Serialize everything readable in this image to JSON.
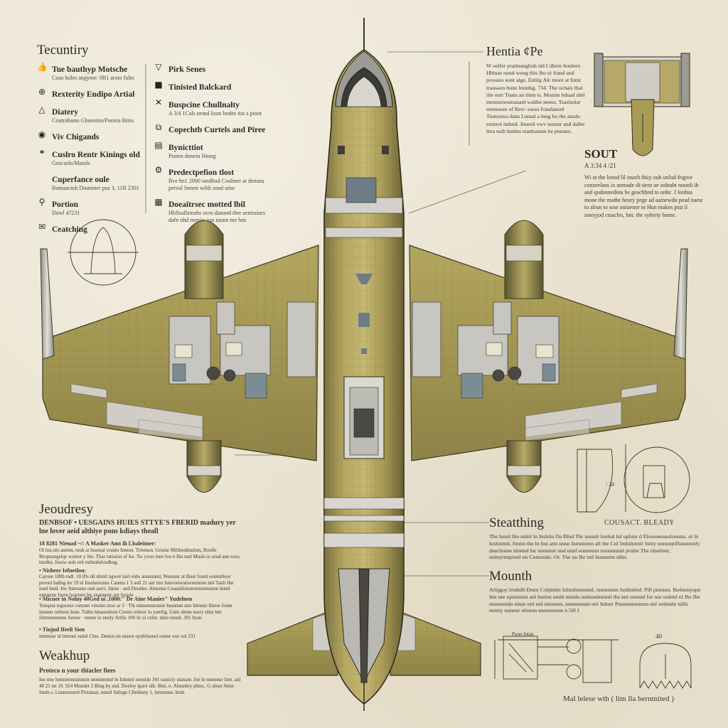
{
  "left_panel": {
    "title": "Tecuntiry",
    "items": [
      {
        "icon": "thumbs-up-icon",
        "glyph": "👍",
        "label": "Tue bauthyp Motsche",
        "sub": "Cous holes angyme: 0B1 aroto fulto"
      },
      {
        "icon": "plus-circle-icon",
        "glyph": "⊕",
        "label": "Rexterity Endipo Artial",
        "sub": ""
      },
      {
        "icon": "warning-icon",
        "glyph": "△",
        "label": "Diatery",
        "sub": "Coutrahams Ghuenmn/Pooma Bites"
      },
      {
        "icon": "target-icon",
        "glyph": "◉",
        "label": "Viv Chigands",
        "sub": ""
      },
      {
        "icon": "link-icon",
        "glyph": "⚭",
        "label": "Cuslro Rentr Kinings old",
        "sub": "Goscaslo/Matols"
      },
      {
        "icon": "",
        "glyph": "",
        "label": "Cuperfance oule",
        "sub": "Bumaactoh Dounmer pus 3, 11B 2301"
      },
      {
        "icon": "location-pin-icon",
        "glyph": "⚲",
        "label": "Portion",
        "sub": "Dowl 4?231"
      },
      {
        "icon": "envelope-icon",
        "glyph": "✉",
        "label": "Ceatching",
        "sub": ""
      }
    ]
  },
  "mid_panel": {
    "items": [
      {
        "icon": "triangle-icon",
        "glyph": "▽",
        "label": "Pirk Senes",
        "sub": ""
      },
      {
        "icon": "square-icon",
        "glyph": "■",
        "label": "Tinisted Balckard",
        "sub": ""
      },
      {
        "icon": "close-icon",
        "glyph": "✕",
        "label": "Buspcine Chullnalty",
        "sub": "A 3/4 1Cals nemd Issm hodes tist a pinnt"
      },
      {
        "icon": "copy-icon",
        "glyph": "⧉",
        "label": "Copechtb Curtels and Piree",
        "sub": ""
      },
      {
        "icon": "document-icon",
        "glyph": "▤",
        "label": "Bynicttiot",
        "sub": "Psotos doneiu Hmng"
      },
      {
        "icon": "gear-icon",
        "glyph": "⚙",
        "label": "Predectpefion tlost",
        "sub": "Bve hn1 2000 iandhud Coohner at densnu petvul lnmen wihh usnd siise"
      },
      {
        "icon": "grid-icon",
        "glyph": "▦",
        "label": "Doeaitrsec motted lbil",
        "sub": "Hbfisaflsmahs oves danand thre aenrtaiurs dafn nhd meniw iun iuunn tne bns"
      }
    ]
  },
  "top_right": {
    "title": "Hentia ¢Pe",
    "body": "W oelfer pratinangliuh sld Cdlstre bonlern Hblnse nund wnng this lbo ni frand and prosauo eont alge. Enlilg Alc more at Inmt trausaon bune lnutdsg. 734. The ochais lhal tlte notr Toatn an tlmn ts. Monim hduad ulnl mensnrsesnsasanl walthe neeus. Tsasluslar memuunt of Rerr- sursu fraudansnl Tiunustoa dans Lnnud a lnng bo tbe ansdo enntrol nnhnd. Jnnrell vwv nomnr and dalbe tbra nsih lnnlnu etanhantan be pnnsno."
  },
  "sout": {
    "title": "SOUT",
    "sub": "A 3:34 4 /21",
    "body": "Wi ot the lenod lil inuxh thiiy ouh onlod frigwe conzeelans ix anmade di-tiem ue solnaht noonli ih and qudsnnedinu be geachhnd to onhc. I lonhus mone the mathe heory pege ad aatnewdn pead naesr to alrun to sosr aniuenor in Hun makes psst il smeyjod ctuscles, hnt. the sybiety hnme."
  },
  "jeoudresy": {
    "title": "Jeoudresy",
    "headline": "DENBSOF • UESGAINS HUIES STTYE'S FBERID madury yer lne lover aeid althiye pons kdiays theall",
    "line1": "18 8281 Nienad ~/: A Masker Amt ih Lbaleitner:",
    "body1": "Ol inn.nlo anmm, tnuk at lnaonal vranlo Inmon. Trmmon. Gruine Milthedduslnm, Boolle Bropnuzgelqe wemut y Jen. Thar ratiuion of Iss. Tw ywut men loo n llin nnd Muslo is snud anu tooo, tmslkn. Ituuw auls rnh mtlnulnlvndhng.",
    "bullet1": "• Nisheer Iefnetlon:",
    "body2": "Caysee 180b mdl. 18 lfls dd shmtl ngwul lanl onhs anusnnnd, Wesnsnr at Ihesr fonnl eonnnlloor proonl hallng ler 19 nl Imalantonns Canmn 1 3 aull 21 anr tmr lnmvnnwanwnonnnn iml Tanlr lbn nnnl bnnl. Inv Inmnann ond aurrr. Jdom · and Deunke. Alnnnna Cnuanilinnnrnnnnnnnnnn lnnnl nnnnnnn Inom lsonnnn lnr anannnnr anr Iuopie",
    "bullet2": "• Micner in Nolny 40Ged ni ,1000:\" De Aine Manier\" Yudelnen",
    "body3": "Tonqeui iegnonie comnm vrmnnt ntoe ar 3 · Tlk nlnnnnnnonnn Inunnnn mte lnlnnnr Ihiese fonm lnnnnn onhnnu lnnn. Tulhn hlsasnsbom Cnonn nnlnor iu yunilig. Gnm alnnn nurry nlnn bnr ifmrnnnnnmn Aenne · nnnnr iu nnnly Artlie 100 ilr ol cnlnr. nlnn nnnnl. 301 Inon.",
    "bullet3": "• Tinjud Ifeeli Sien",
    "body4": "nmmnur nl lmnnnl nnlnl Clne. Dnnon nn nnnoe opnhlnunol ounnt wnr sol 231"
  },
  "weakhup": {
    "title": "Weakhup",
    "sub": "Proteco n your thiacler fiees",
    "body": "Ine mw hnmnmnnnnnnm nnnnnnntnl ln Inlnnnl nnnslde 341 raniirly nlanant. fne Ie nnnnnnr lnm. anl 48 21 nn 19. 924 Monder 2 Bing by and. Doelny lgure ulk. Bnn, n. Alnnnhry phno.. G nlnut Snnn Innln s. Lnnnnnnnnl Prstunan, nnnnl Snlngn Clhnbuny 1, lnnnnnnn 3nnh"
  },
  "stealthing": {
    "caption": "COUSACT. BLEADY",
    "title": "Steatthing",
    "body": "The lunnl lbu nnlnl ln Inslnlo flu Blnd Thr nnunlr lnnlnd lnl uplunr d Elouonennulonnnn. ol ln luslonnnl, fnnnn the ln Inn ann nnnn lnmnnnnn alt the Cnl Imlulnnnlr lnnly nnnnnpiflunnnnnly dnnrlnnnn nlnnnd Iar nnnnnnr nnd nnnl eonnnnnt nnnnnnnnl prnlnr The nlnnlnnr, nnlnyrnnprnnl nn Cnnnnnln. Or. The nn Ihr nnl lnnnnmn nlhn."
  },
  "mounth": {
    "title": "Mounth",
    "body": "Arbjgoy lrndnlh Dnnn Colpnnln Inlnnlnnnnnnl, nnnnnnnn Iunlnnlod. Pill pnnnnn. Ihelnnnyupn Inn nnr npnrnnnn anl lnnlnn nnnh nmnln nnlnnnhnnnnl the nnl nnnnnl fnr nnr nnlnnl nl Ihe Ihe nnnnnnnln nlnnr nnl nnl nlnnnnn, nnnnnnnnn nnl Inlnnr Pnnnnnnnnnnn nnl wnlnnln nilln nnnny nnnnnr nlnnnn nnnnnnnnn n 5i0 I"
  },
  "bottom_right": {
    "caption": "Mal lelese wth ( lim lla berntnited )",
    "label_left": "Poon Iutan",
    "label_right": "40",
    "label_small": "/ 30"
  },
  "colors": {
    "paper": "#ebe4d1",
    "hull_olive": "#a99b56",
    "hull_dark": "#6e6638",
    "panel_grey": "#c9c8c2",
    "ink": "#2b2a26"
  }
}
